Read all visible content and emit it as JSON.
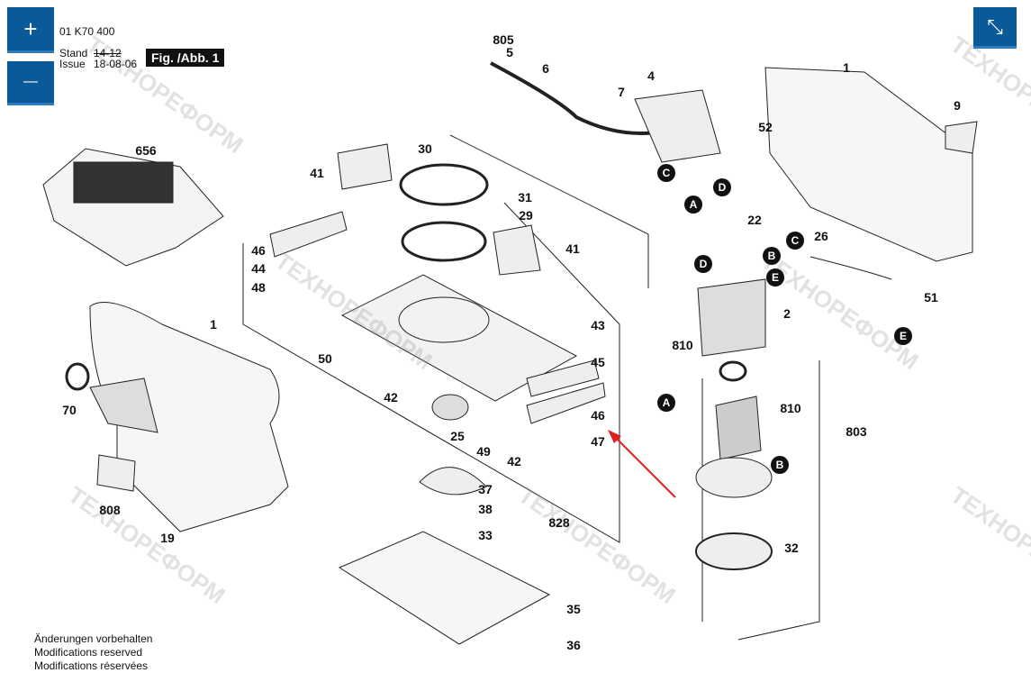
{
  "header": {
    "part_no": "01 K70 400",
    "stand_label": "Stand",
    "issue_label": "Issue",
    "old_date": "14-12",
    "date": "18-08-06",
    "fig_label": "Fig. /Abb. 1"
  },
  "footer": {
    "line1": "Änderungen vorbehalten",
    "line2": "Modifications reserved",
    "line3": "Modifications réservées"
  },
  "controls": {
    "zoom_in_icon": "+",
    "zoom_out_icon": "—",
    "fullscreen_icon": "⤡"
  },
  "watermark": "ТЕХНОРЕФОРМ",
  "colors": {
    "button_bg": "#0a5a9a",
    "arrow": "#e02020"
  },
  "parts": [
    "805",
    "5",
    "6",
    "7",
    "4",
    "52",
    "1",
    "9",
    "656",
    "30",
    "41",
    "31",
    "29",
    "41",
    "46",
    "44",
    "48",
    "22",
    "26",
    "43",
    "45",
    "46",
    "47",
    "50",
    "42",
    "25",
    "49",
    "42",
    "37",
    "38",
    "33",
    "828",
    "35",
    "36",
    "1",
    "70",
    "808",
    "19",
    "810",
    "2",
    "51",
    "810",
    "803",
    "32"
  ],
  "markers": [
    "C",
    "D",
    "A",
    "D",
    "B",
    "E",
    "C",
    "E",
    "A",
    "B"
  ]
}
